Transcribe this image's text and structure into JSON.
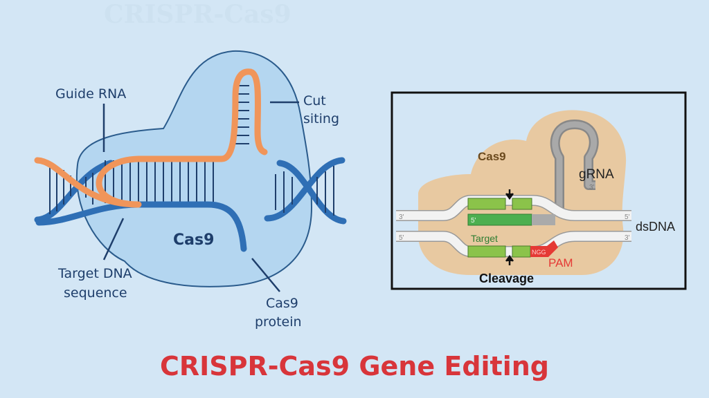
{
  "watermark": "CRISPR-Cas9",
  "title": "CRISPR-Cas9 Gene Editing",
  "left_diagram": {
    "guide_rna_label": "Guide RNA",
    "cut_label_line1": "Cut",
    "cut_label_line2": "siting",
    "cas9_center_label": "Cas9",
    "target_label_line1": "Target DNA",
    "target_label_line2": "sequence",
    "protein_label_line1": "Cas9",
    "protein_label_line2": "protein"
  },
  "right_diagram": {
    "cas9_label": "Cas9",
    "grna_label": "gRNA",
    "grna_end": "3'",
    "dsdna_label": "dsDNA",
    "top_left_end": "3'",
    "top_right_end": "5'",
    "bottom_left_end": "5'",
    "bottom_right_end": "3'",
    "guide_start": "5'",
    "target_label": "Target",
    "ngg_label": "NGG",
    "pam_label": "PAM",
    "cleavage_label": "Cleavage"
  },
  "colors": {
    "background": "#d3e6f5",
    "dna_blue": "#2f6fb5",
    "rna_orange": "#f0955a",
    "protein_fill": "#b4d6f0",
    "cas9_tan": "#e8c9a1",
    "target_green": "#4caf50",
    "pam_red": "#e53935",
    "title_red": "#d8353a"
  }
}
